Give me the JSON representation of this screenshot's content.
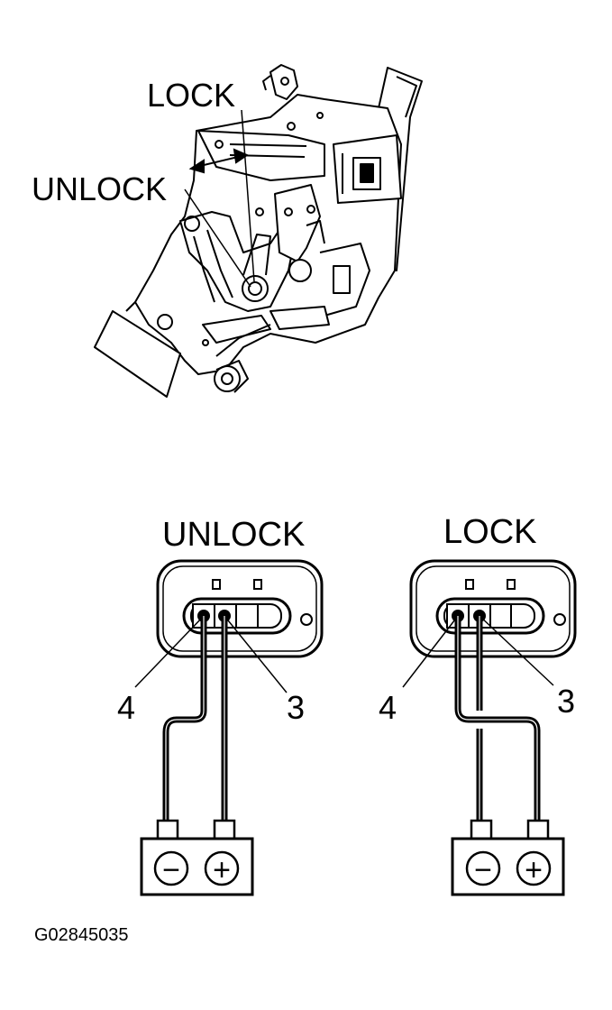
{
  "top_diagram": {
    "lock_label": "LOCK",
    "unlock_label": "UNLOCK"
  },
  "unlock_panel": {
    "title": "UNLOCK",
    "terminal_left": "4",
    "terminal_right": "3",
    "battery_negative": "−",
    "battery_positive": "+"
  },
  "lock_panel": {
    "title": "LOCK",
    "terminal_left": "4",
    "terminal_right": "3",
    "battery_negative": "−",
    "battery_positive": "+"
  },
  "figure_id": "G02845035",
  "colors": {
    "ink": "#000000",
    "paper": "#ffffff",
    "shade": "#d9d9d9"
  }
}
